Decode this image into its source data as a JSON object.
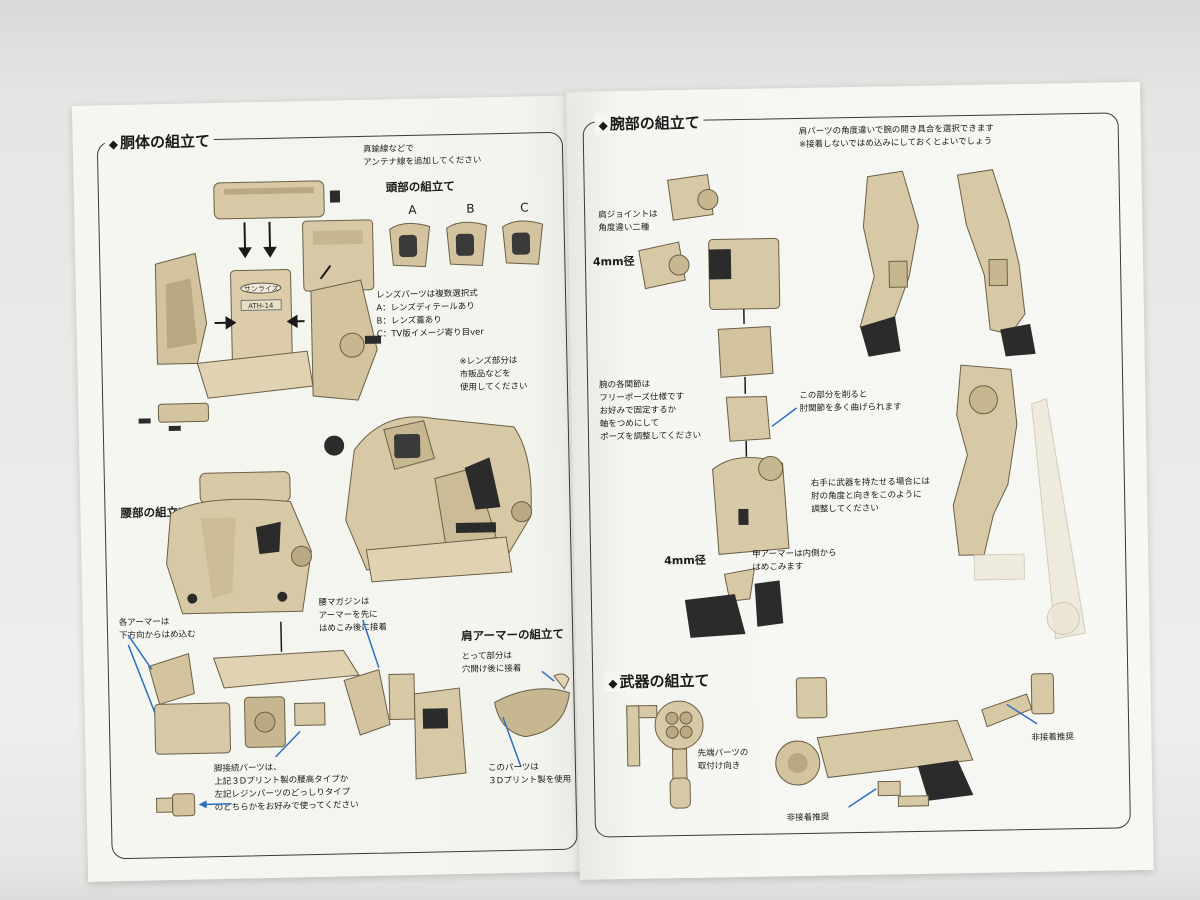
{
  "left_page": {
    "torso": {
      "title": "胴体の組立て",
      "antenna_note": "真鍮線などで\nアンテナ線を追加してください",
      "head": {
        "title": "頭部の組立て",
        "variants": [
          "A",
          "B",
          "C"
        ],
        "lens_note": "レンズパーツは複数選択式\nA：レンズディテールあり\nB：レンズ蓋あり\nC：TV版イメージ寄り目ver"
      },
      "lens_retail_note": "※レンズ部分は\n市販品などを\n使用してください",
      "chest_marking_1": "サンライズ",
      "chest_marking_2": "ATH-14"
    },
    "waist": {
      "title": "腰部の組立て",
      "armor_note": "各アーマーは\n下方向からはめ込む",
      "magazine_note": "腰マガジンは\nアーマーを先に\nはめこみ後に接着",
      "leg_connector_note": "脚接続パーツは、\n上記３Dプリント製の腰高タイプか\n左記レジンパーツのどっしりタイプ\nのどちらかをお好みで使ってください"
    },
    "shoulder": {
      "title": "肩アーマーの組立て",
      "handle_note": "とって部分は\n穴開け後に接着",
      "print_note": "このパーツは\n３Dプリント製を使用"
    }
  },
  "right_page": {
    "arm": {
      "title": "腕部の組立て",
      "shoulder_angle_note": "肩パーツの角度違いで腕の開き具合を選択できます\n※接着しないではめ込みにしておくとよいでしょう",
      "shoulder_joint_note": "肩ジョイントは\n角度違い二種",
      "size_top": "4mm径",
      "size_bottom": "4mm径",
      "joints_note": "腕の各関節は\nフリーポーズ仕様です\nお好みで固定するか\n軸をつめにして\nポーズを調整してください",
      "shave_note": "この部分を削ると\n肘関節を多く曲げられます",
      "right_hand_note": "右手に武器を持たせる場合には\n肘の角度と向きをこのように\n調整してください",
      "hand_armor_note": "甲アーマーは内側から\nはめこみます"
    },
    "weapon": {
      "title": "武器の組立て",
      "tip_note": "先端パーツの\n取付け向き",
      "non_glue_1": "非接着推奨",
      "non_glue_2": "非接着推奨"
    }
  },
  "colors": {
    "part_fill": "#d8c9a6",
    "part_shade": "#b9a882",
    "part_dark": "#2b2b2b",
    "arrow_blue": "#2d6fc0",
    "frame": "#3a3a3a"
  }
}
